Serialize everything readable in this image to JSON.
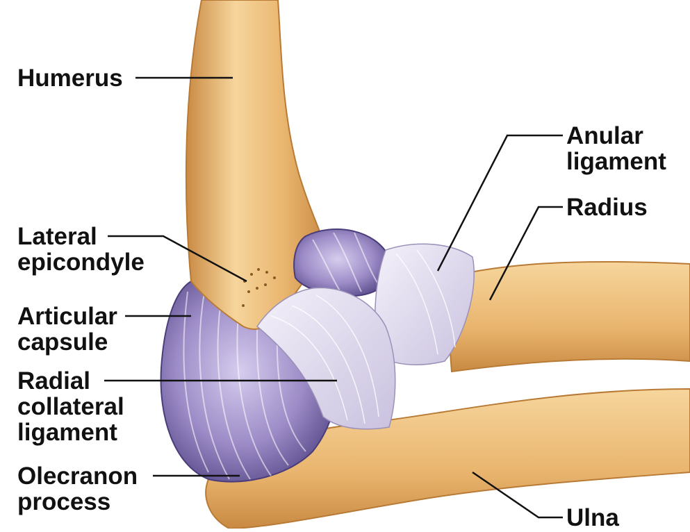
{
  "colors": {
    "bone": "#e9b56e",
    "bone_light": "#f6d59c",
    "bone_shadow": "#c98a43",
    "capsule": "#9d8cc7",
    "capsule_dark": "#5e4f8f",
    "ligament": "#e8e4f2",
    "ligament_shadow": "#c9c1df",
    "leader_line": "#111111"
  },
  "labels": {
    "humerus": "Humerus",
    "lateral_epicondyle": [
      "Lateral",
      "epicondyle"
    ],
    "articular_capsule": [
      "Articular",
      "capsule"
    ],
    "radial_collateral_ligament": [
      "Radial",
      "collateral",
      "ligament"
    ],
    "olecranon_process": [
      "Olecranon",
      "process"
    ],
    "anular_ligament": [
      "Anular",
      "ligament"
    ],
    "radius": "Radius",
    "ulna": "Ulna"
  }
}
